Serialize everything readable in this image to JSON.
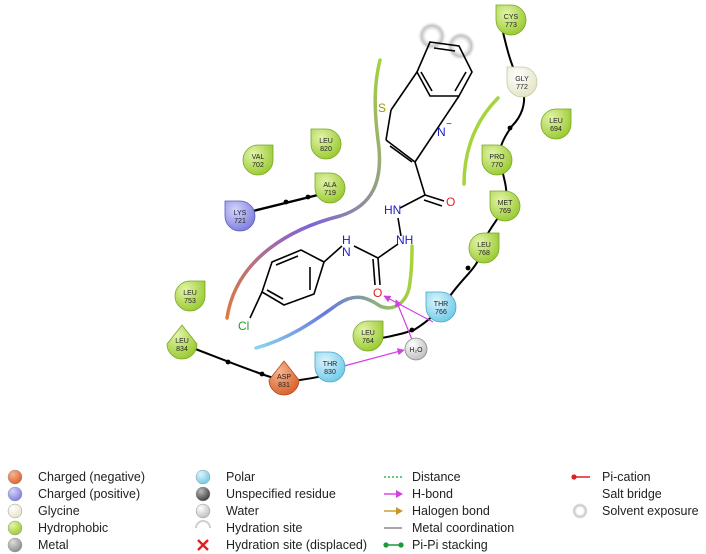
{
  "colors": {
    "negative": "#e0703e",
    "positive": "#8f8fe8",
    "glycine": "#f2f2dc",
    "hydrophobic": "#a6d43c",
    "metal": "#9e9e9e",
    "polar": "#8ad6ee",
    "hbond": "#d23fe3",
    "backbone": "#000000"
  },
  "atoms": {
    "S": "S",
    "N_minus": "N",
    "minus": "−",
    "O_carbonyl": "O",
    "HN_1": "HN",
    "NH_2": "NH",
    "H_top": "H",
    "N_urea": "N",
    "O_urea": "O",
    "Cl": "Cl",
    "water": "H₂O"
  },
  "residues": [
    {
      "name": "CYS",
      "num": "773",
      "type": "hydrophobic"
    },
    {
      "name": "GLY",
      "num": "772",
      "type": "glycine"
    },
    {
      "name": "LEU",
      "num": "694",
      "type": "hydrophobic"
    },
    {
      "name": "PRO",
      "num": "770",
      "type": "hydrophobic"
    },
    {
      "name": "MET",
      "num": "769",
      "type": "hydrophobic"
    },
    {
      "name": "LEU",
      "num": "768",
      "type": "hydrophobic"
    },
    {
      "name": "THR",
      "num": "766",
      "type": "polar"
    },
    {
      "name": "LEU",
      "num": "764",
      "type": "hydrophobic"
    },
    {
      "name": "THR",
      "num": "830",
      "type": "polar"
    },
    {
      "name": "ASP",
      "num": "831",
      "type": "negative"
    },
    {
      "name": "LEU",
      "num": "834",
      "type": "hydrophobic"
    },
    {
      "name": "LEU",
      "num": "753",
      "type": "hydrophobic"
    },
    {
      "name": "LYS",
      "num": "721",
      "type": "positive"
    },
    {
      "name": "ALA",
      "num": "719",
      "type": "hydrophobic"
    },
    {
      "name": "VAL",
      "num": "702",
      "type": "hydrophobic"
    },
    {
      "name": "LEU",
      "num": "820",
      "type": "hydrophobic"
    }
  ],
  "legend": {
    "col1": [
      "Charged (negative)",
      "Charged (positive)",
      "Glycine",
      "Hydrophobic",
      "Metal"
    ],
    "col2": [
      "Polar",
      "Unspecified residue",
      "Water",
      "Hydration site",
      "Hydration site (displaced)"
    ],
    "col3": [
      "Distance",
      "H-bond",
      "Halogen bond",
      "Metal coordination",
      "Pi-Pi stacking"
    ],
    "col4": [
      "Pi-cation",
      "Salt bridge",
      "Solvent exposure"
    ]
  }
}
